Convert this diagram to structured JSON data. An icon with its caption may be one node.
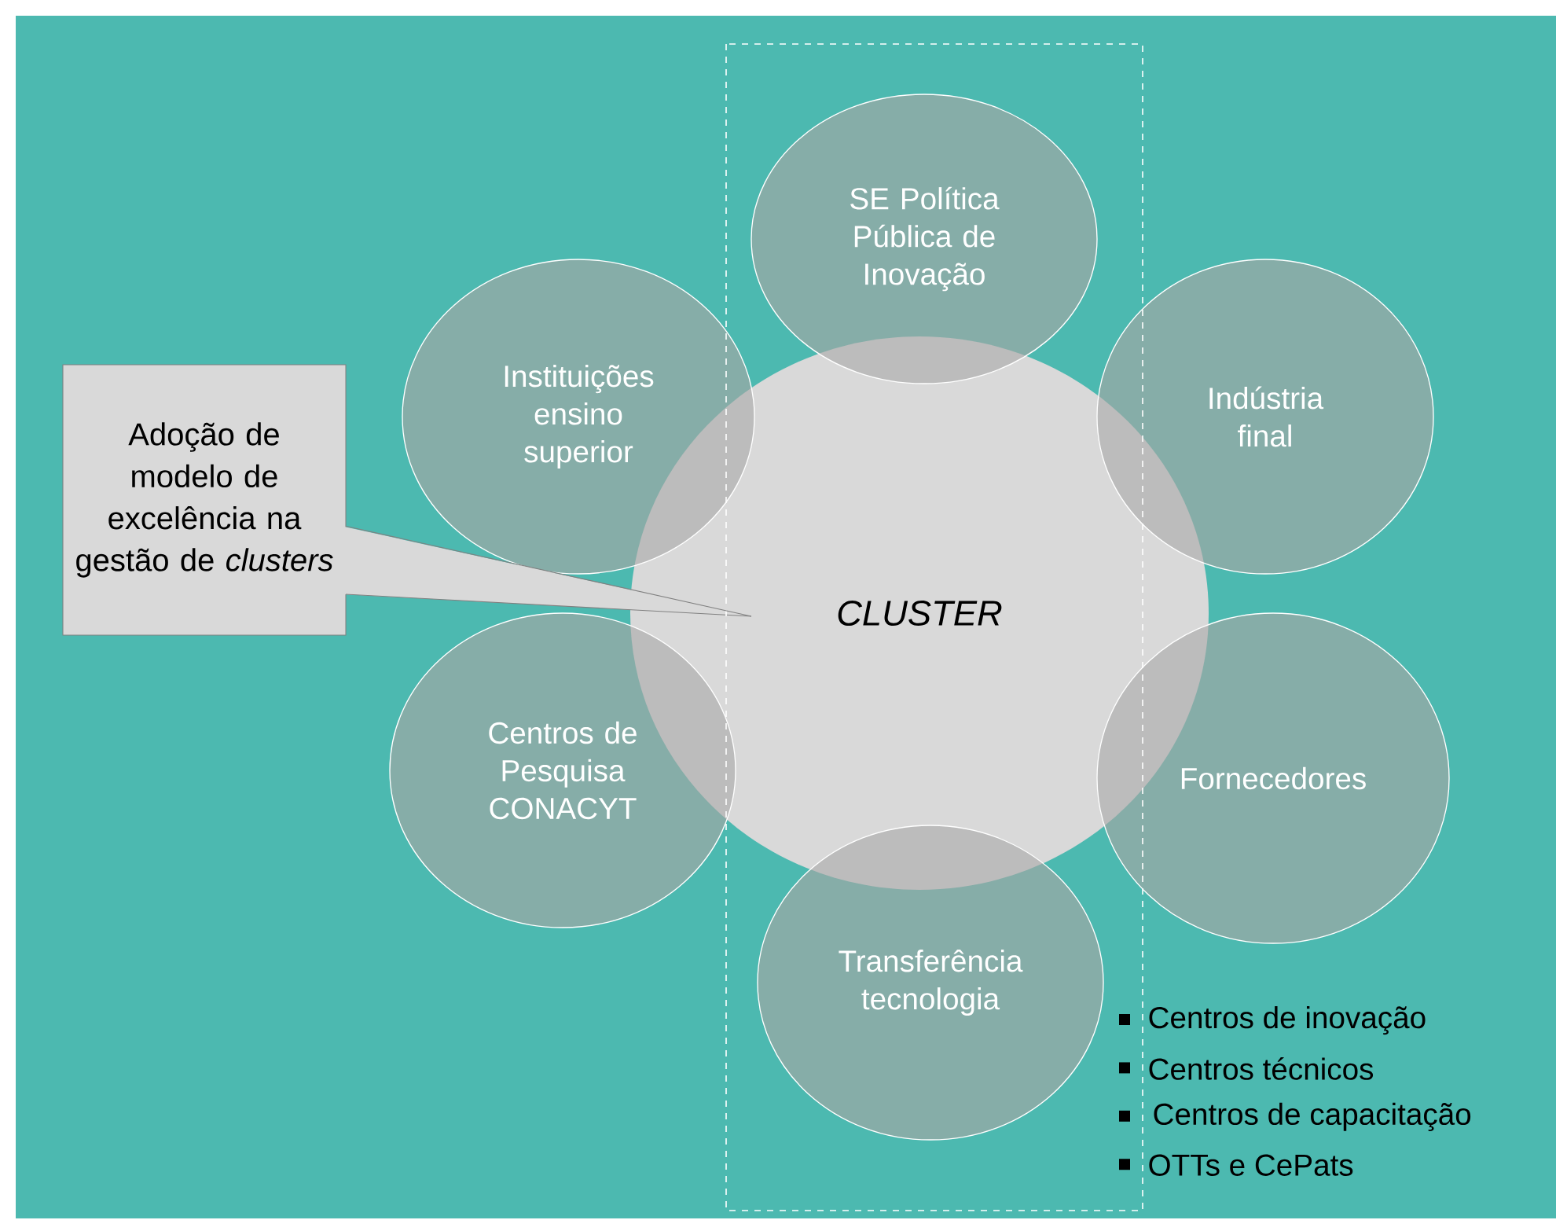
{
  "diagram": {
    "nodes": [
      {
        "text": [
          "CLUSTER"
        ]
      },
      {
        "text": [
          "SE Política Pública de Inovação"
        ]
      },
      {
        "text": [
          "Instituições ensino superior"
        ]
      },
      {
        "text": [
          "Indústria final"
        ]
      },
      {
        "text": [
          "Centros de Pesquisa CONACYT"
        ]
      },
      {
        "text": [
          "Fornecedores"
        ]
      },
      {
        "text": [
          "Transferência tecnologia"
        ]
      },
      {
        "text": [
          "Adoção de modelo de excelência na gestão de *clusters*"
        ]
      }
    ],
    "edges": [
      {
        "from": 7,
        "to": 0,
        "arrow": "none"
      }
    ],
    "labels": [
      "Centros de inovação",
      "Centros técnicos",
      "Centros de capacitação",
      "OTTs e CePats"
    ]
  }
}
